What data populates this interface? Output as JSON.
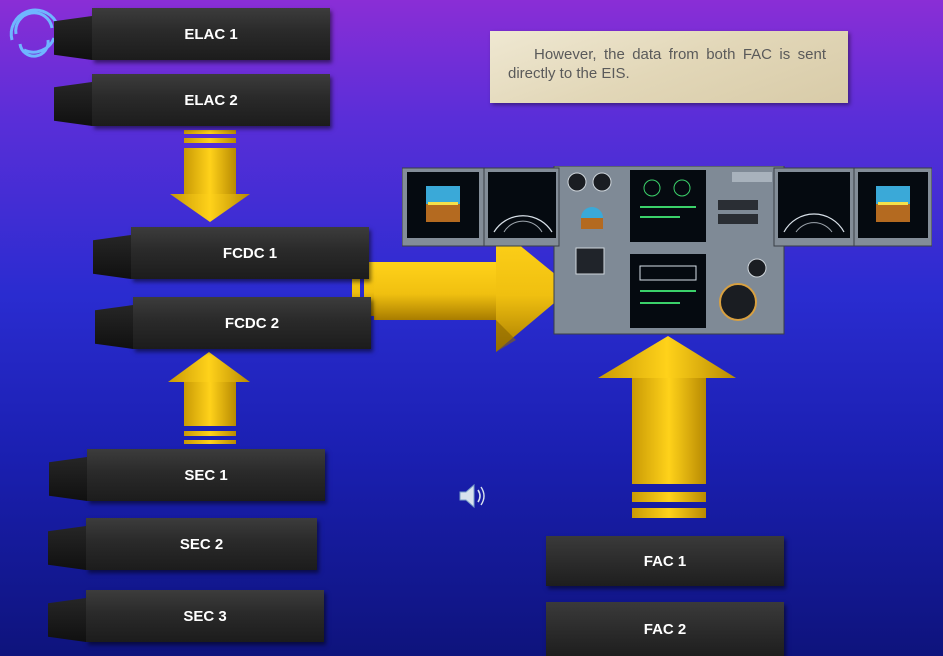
{
  "note": {
    "text": "However, the data from both FAC is sent directly to the EIS."
  },
  "computers": {
    "elac1": "ELAC 1",
    "elac2": "ELAC 2",
    "fcdc1": "FCDC 1",
    "fcdc2": "FCDC 2",
    "sec1": "SEC 1",
    "sec2": "SEC 2",
    "sec3": "SEC 3",
    "fac1": "FAC 1",
    "fac2": "FAC 2"
  },
  "icons": {
    "logo": "swirl-logo-icon",
    "speaker": "speaker-icon"
  },
  "colors": {
    "arrow": "#e8b80c",
    "box": "#2a2a2a",
    "note_bg": "#e6dcc0"
  }
}
